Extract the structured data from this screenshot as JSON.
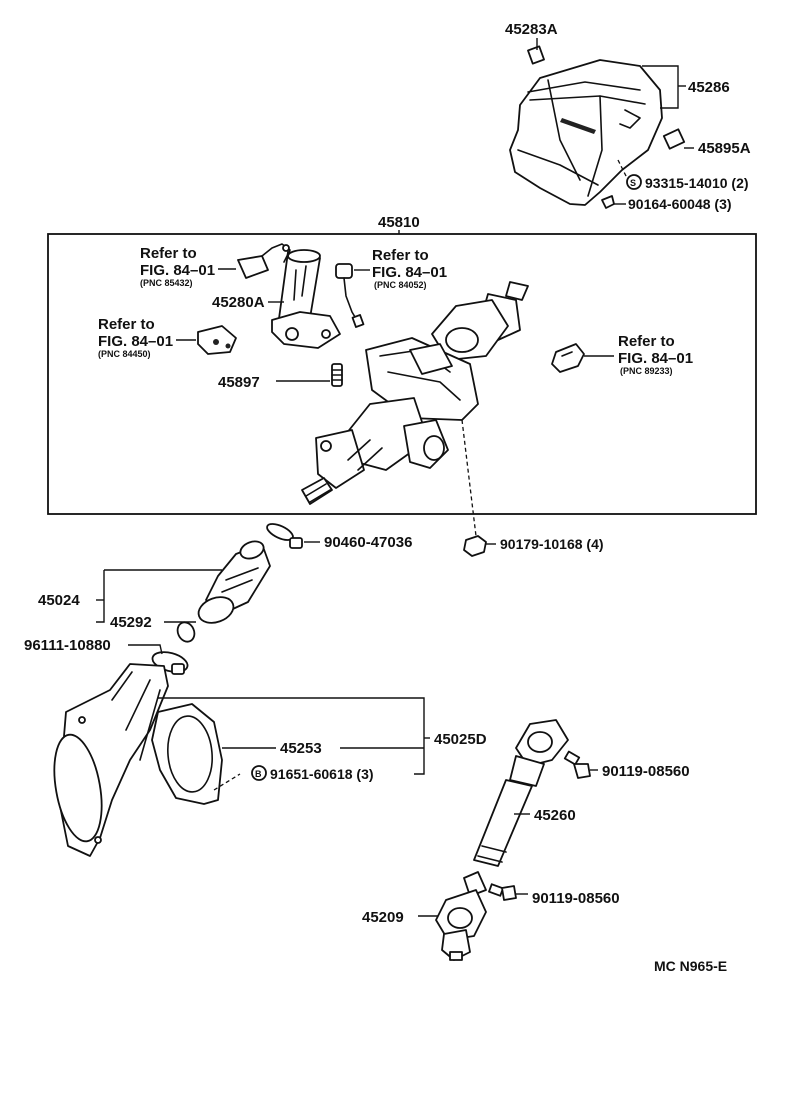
{
  "labels": {
    "p45283a": "45283A",
    "p45286": "45286",
    "p45895a": "45895A",
    "s_symbol": "S",
    "p93315": "93315-14010 (2)",
    "p90164": "90164-60048 (3)",
    "p45810": "45810",
    "ref_top_left_1": "Refer to",
    "ref_top_left_2": "FIG. 84–01",
    "ref_top_left_pnc": "(PNC 85432)",
    "ref_top_mid_1": "Refer to",
    "ref_top_mid_2": "FIG. 84–01",
    "ref_top_mid_pnc": "(PNC 84052)",
    "ref_left_1": "Refer to",
    "ref_left_2": "FIG. 84–01",
    "ref_left_pnc": "(PNC 84450)",
    "ref_right_1": "Refer to",
    "ref_right_2": "FIG. 84–01",
    "ref_right_pnc": "(PNC 89233)",
    "p45280a": "45280A",
    "p45897": "45897",
    "p90460": "90460-47036",
    "p90179": "90179-10168 (4)",
    "p45024": "45024",
    "p45292": "45292",
    "p96111": "96111-10880",
    "p45025d": "45025D",
    "p45253": "45253",
    "b_symbol": "B",
    "p91651": "91651-60618 (3)",
    "p90119a": "90119-08560",
    "p45260": "45260",
    "p90119b": "90119-08560",
    "p45209": "45209",
    "footer": "MC  N965-E"
  }
}
